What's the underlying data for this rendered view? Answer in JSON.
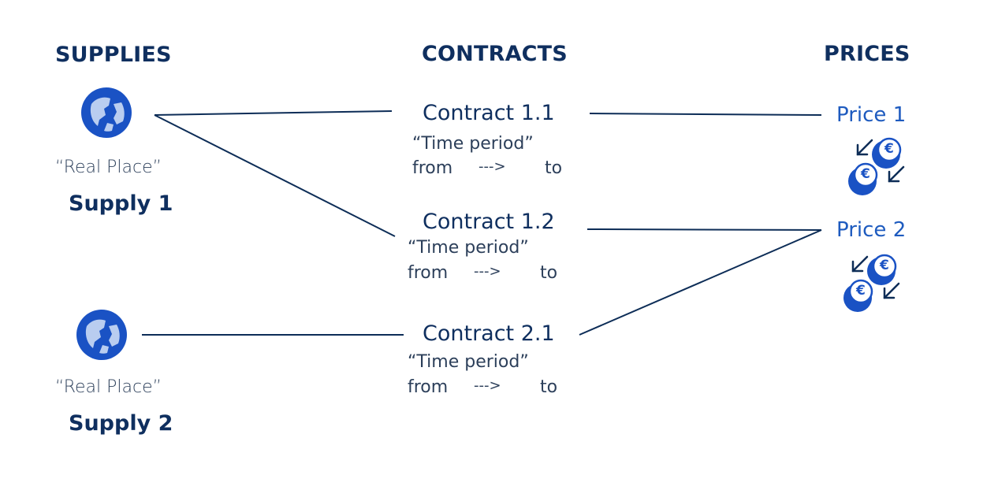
{
  "headers": {
    "supplies": "SUPPLIES",
    "contracts": "CONTRACTS",
    "prices": "PRICES"
  },
  "supplies": [
    {
      "place": "“Real Place”",
      "name": "Supply 1",
      "icon": "globe-icon"
    },
    {
      "place": "“Real Place”",
      "name": "Supply 2",
      "icon": "globe-icon"
    }
  ],
  "contracts": [
    {
      "name": "Contract 1.1",
      "period": "“Time period”",
      "from": "from",
      "arrow": "--->",
      "to": "to"
    },
    {
      "name": "Contract 1.2",
      "period": "“Time period”",
      "from": "from",
      "arrow": "--->",
      "to": "to"
    },
    {
      "name": "Contract 2.1",
      "period": "“Time period”",
      "from": "from",
      "arrow": "--->",
      "to": "to"
    }
  ],
  "prices": [
    {
      "name": "Price 1",
      "icon": "euro-coins-exchange-icon",
      "symbol": "€"
    },
    {
      "name": "Price 2",
      "icon": "euro-coins-exchange-icon",
      "symbol": "€"
    }
  ],
  "connections": [
    {
      "from": "Supply 1",
      "to": "Contract 1.1"
    },
    {
      "from": "Supply 1",
      "to": "Contract 1.2"
    },
    {
      "from": "Supply 2",
      "to": "Contract 2.1"
    },
    {
      "from": "Contract 1.1",
      "to": "Price 1"
    },
    {
      "from": "Contract 1.2",
      "to": "Price 2"
    },
    {
      "from": "Contract 2.1",
      "to": "Price 2"
    }
  ],
  "colors": {
    "primary": "#0f2f5f",
    "accent": "#1e5bbf",
    "globe_fill": "#1a52c4",
    "globe_land": "#b9cdf0",
    "line": "#0d2d57"
  }
}
